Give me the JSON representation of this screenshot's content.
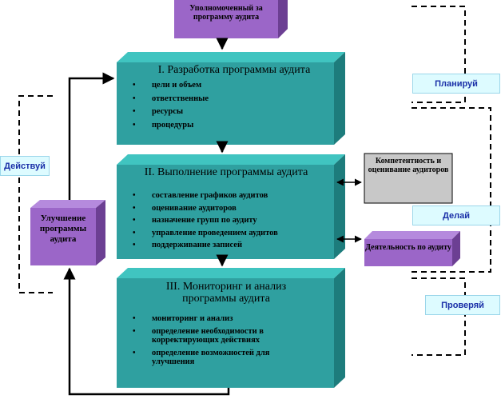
{
  "top_box": {
    "text": "Уполномоченный за программу аудита"
  },
  "process_1": {
    "title": "I.   Разработка программы аудита",
    "items": [
      "цели и объем",
      "ответственные",
      "ресурсы",
      "процедуры"
    ]
  },
  "process_2": {
    "title": "II. Выполнение программы аудита",
    "items": [
      "составление графиков аудитов",
      "оценивание аудиторов",
      "назначение групп по аудиту",
      "управление проведением аудитов",
      "поддерживание записей"
    ]
  },
  "process_3": {
    "title": "III. Мониторинг и анализ программы аудита",
    "items": [
      "мониторинг и анализ",
      "определение необходимости в корректирующих действиях",
      "определение возможностей для улучшения"
    ]
  },
  "improvement_box": {
    "text": "Улучшение программы аудита"
  },
  "competence_box": {
    "text": "Компетентность и оценивание аудиторов"
  },
  "activity_box": {
    "text": "Деятельность по аудиту"
  },
  "pdca": {
    "plan": "Планируй",
    "do": "Делай",
    "check": "Проверяй",
    "act": "Действуй"
  },
  "colors": {
    "teal_front": "#2fa0a0",
    "teal_top": "#40c4c0",
    "teal_side": "#1d7c7c",
    "purple_front": "#9b66c8",
    "purple_top": "#b58add",
    "purple_side": "#6c3f93",
    "grey_box": "#c8c8c8",
    "label_bg": "#ddfbff",
    "label_text": "#1a2fa8"
  }
}
